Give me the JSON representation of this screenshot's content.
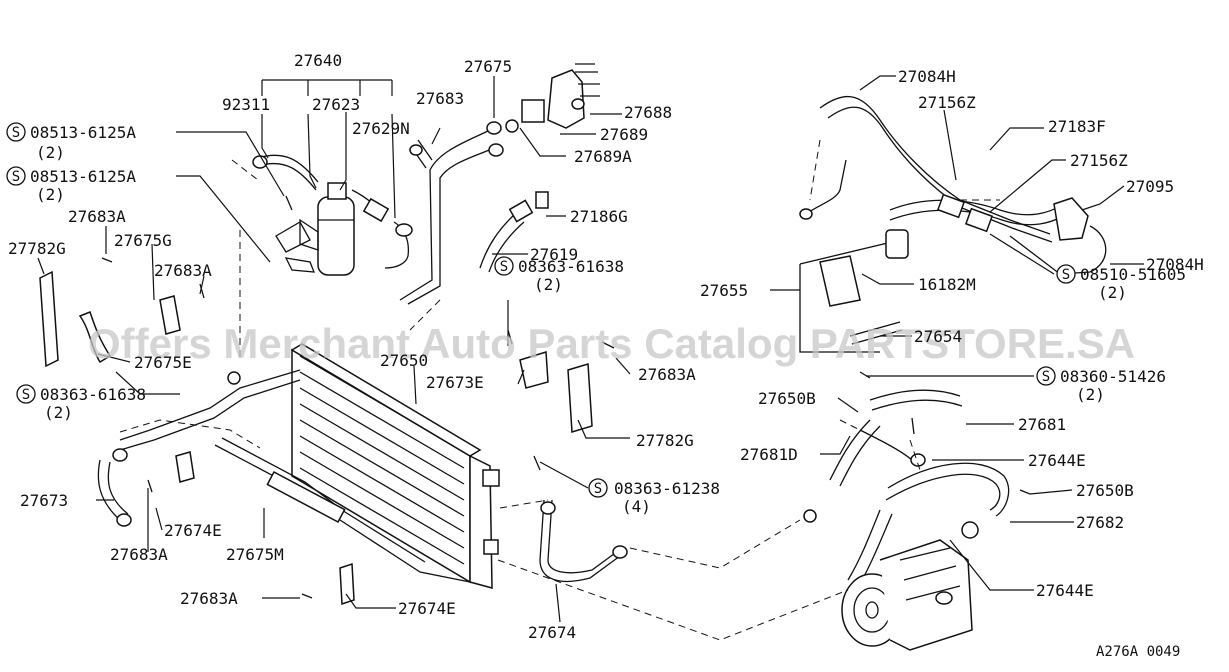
{
  "diagram": {
    "watermark": "Offers Merchant Auto Parts Catalog PARTSTORE.SA",
    "figure_code": "A276A 0049",
    "s_symbol": "S",
    "labels": {
      "p27640": "27640",
      "p92311": "92311",
      "p27623": "27623",
      "p27629N": "27629N",
      "p27683_top": "27683",
      "p27675": "27675",
      "p27688": "27688",
      "p27689": "27689",
      "p27689A": "27689A",
      "p27186G": "27186G",
      "p27619": "27619",
      "s08513a": "08513-6125A",
      "s08513a_qty": "(2)",
      "s08513b": "08513-6125A",
      "s08513b_qty": "(2)",
      "p27683A_a": "27683A",
      "p27782G_l": "27782G",
      "p27675G": "27675G",
      "p27683A_b": "27683A",
      "p27675E": "27675E",
      "s08363_l": "08363-61638",
      "s08363_l_qty": "(2)",
      "s08363_m": "08363-61638",
      "s08363_m_qty": "(2)",
      "p27650": "27650",
      "p27673E": "27673E",
      "p27683A_c": "27683A",
      "p27782G_r": "27782G",
      "p27673": "27673",
      "p27674E_a": "27674E",
      "p27683A_d": "27683A",
      "p27675M": "27675M",
      "s08363_b": "08363-61238",
      "s08363_b_qty": "(4)",
      "p27683A_e": "27683A",
      "p27674E_b": "27674E",
      "p27674": "27674",
      "p27084H_top": "27084H",
      "p27156Z_a": "27156Z",
      "p27183F": "27183F",
      "p27156Z_b": "27156Z",
      "p27095": "27095",
      "p27084H_r": "27084H",
      "s08510": "08510-51605",
      "s08510_qty": "(2)",
      "p27655": "27655",
      "p16182M": "16182M",
      "p27654": "27654",
      "s08360": "08360-51426",
      "s08360_qty": "(2)",
      "p27650B_a": "27650B",
      "p27681": "27681",
      "p27681D": "27681D",
      "p27644E_a": "27644E",
      "p27650B_b": "27650B",
      "p27682": "27682",
      "p27644E_b": "27644E"
    }
  }
}
